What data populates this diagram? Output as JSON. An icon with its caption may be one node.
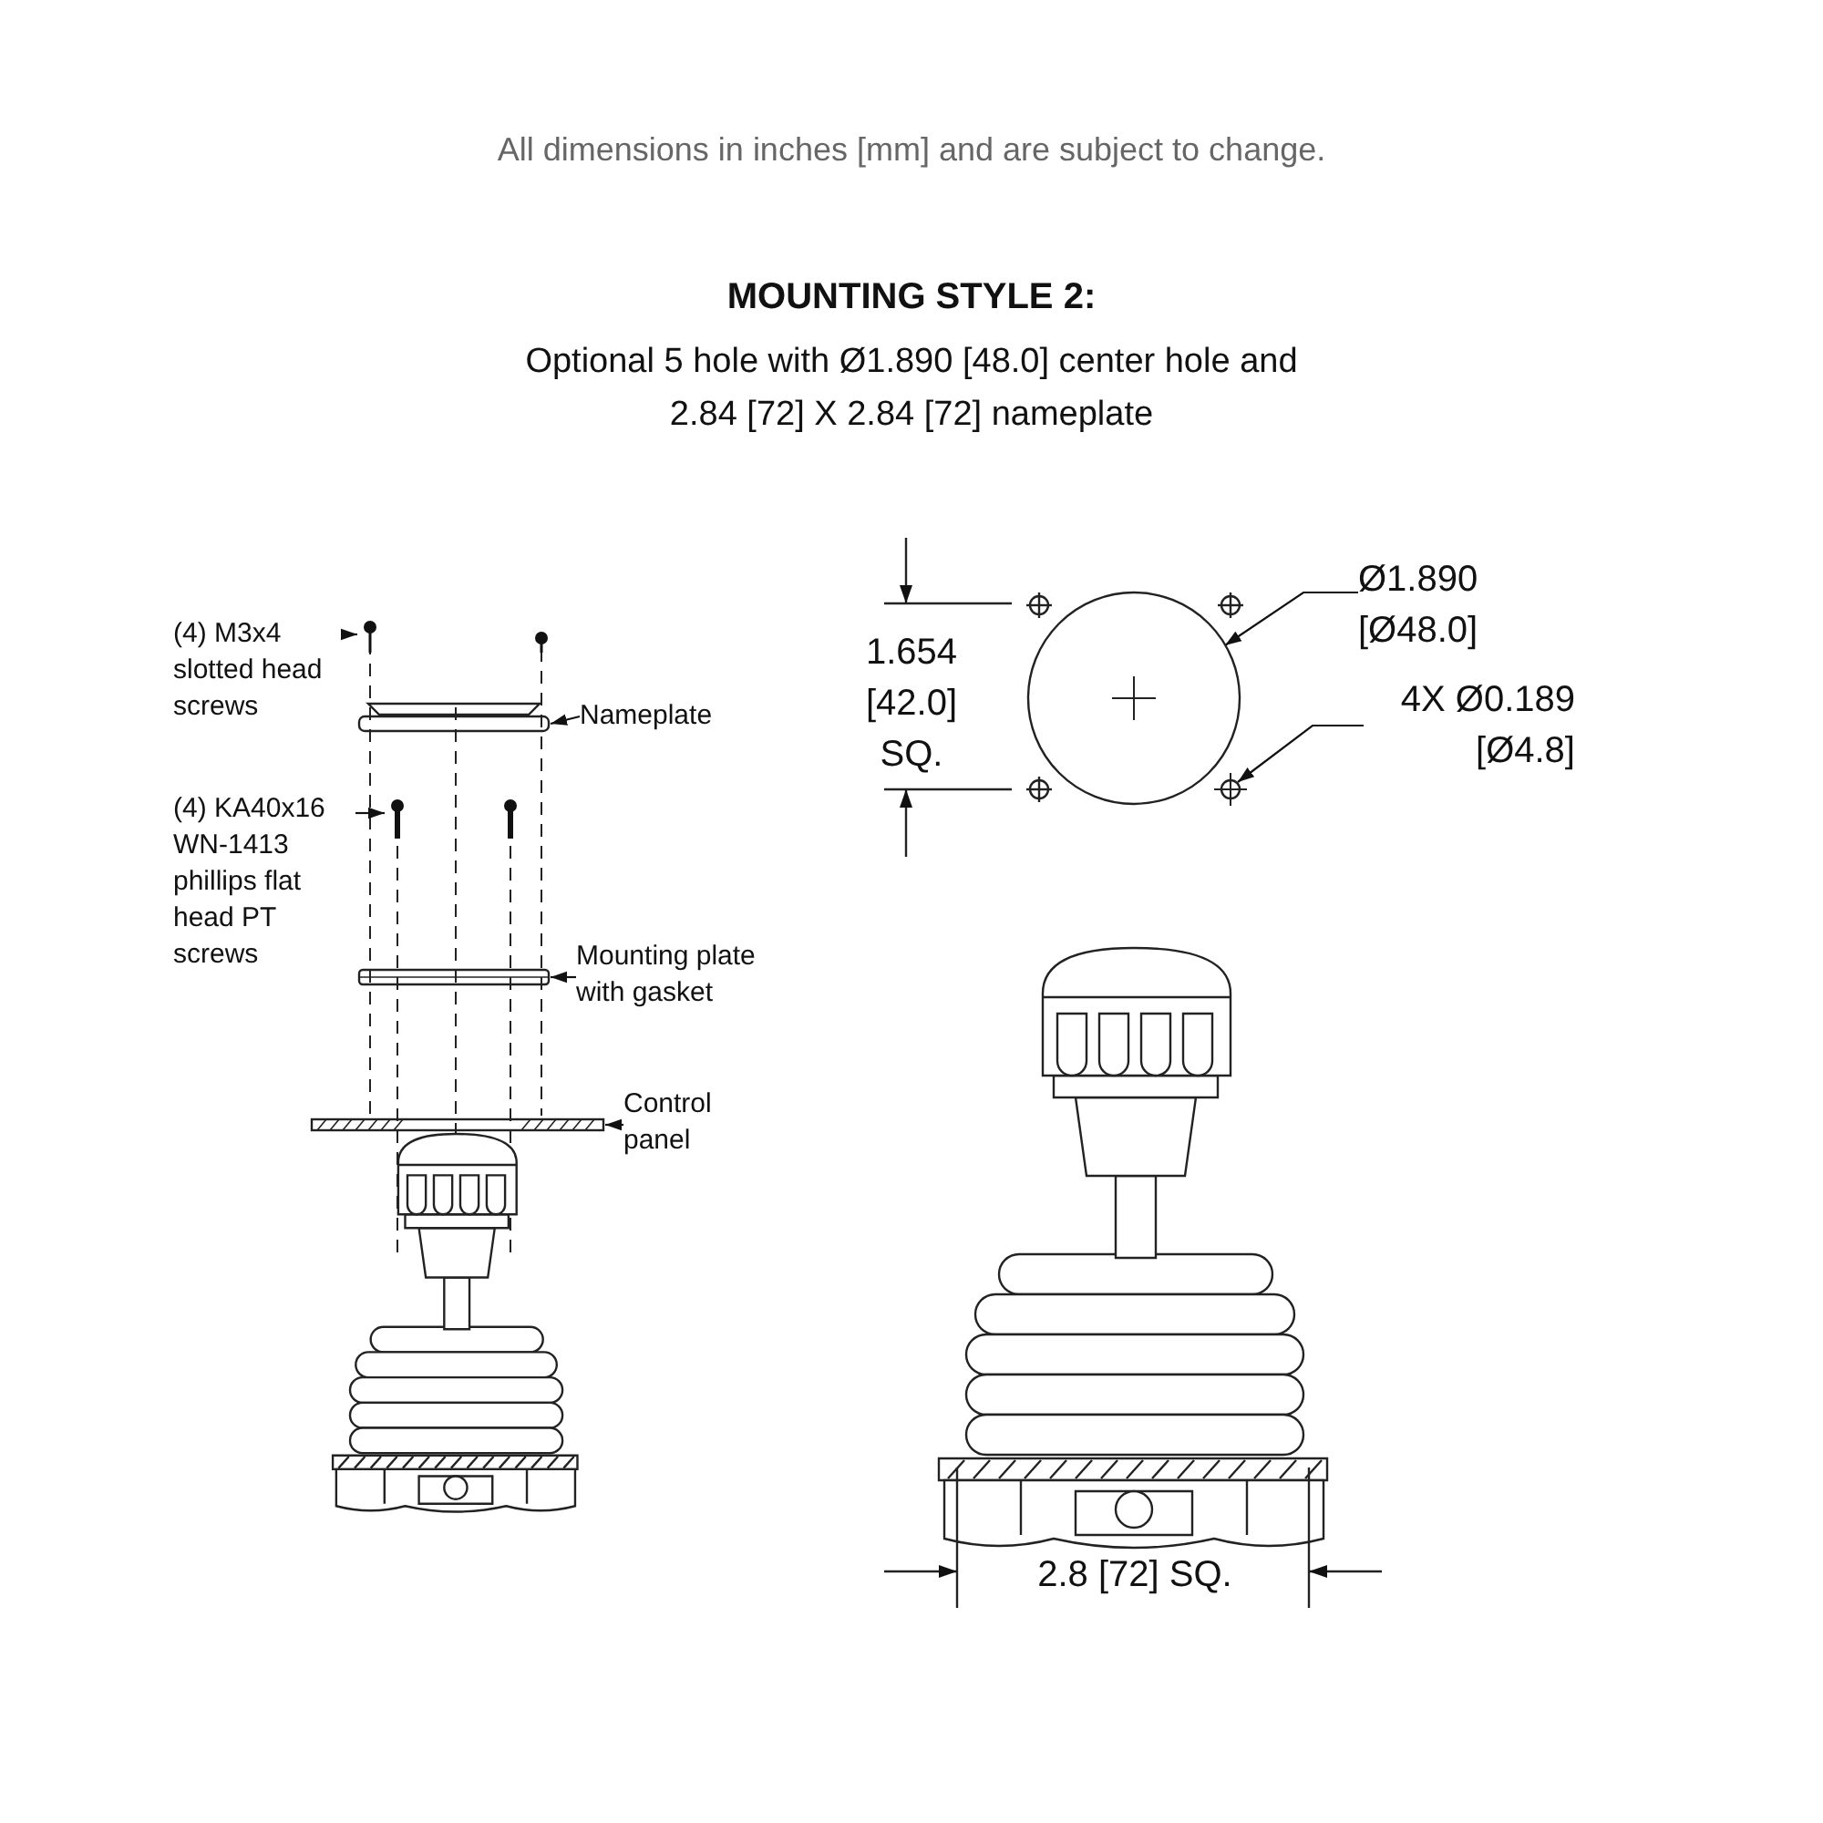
{
  "diagram": {
    "title": "MOUNTING STYLE 2:",
    "nodes": [
      {
        "text": [
          "(4) M3x4 slotted head screws"
        ]
      },
      {
        "text": [],
        "shape": "picture"
      },
      {
        "text": [
          "Nameplate"
        ]
      },
      {
        "text": [],
        "shape": "bar"
      },
      {
        "text": [
          "(4) KA40x16 WN-1413 phillips flat head PT screws"
        ]
      },
      {
        "text": [],
        "shape": "picture"
      },
      {
        "text": [
          "Mounting plate with gasket"
        ]
      },
      {
        "text": [],
        "shape": "bar"
      },
      {
        "text": [
          "Control panel"
        ]
      },
      {
        "text": [],
        "shape": "bar"
      },
      {
        "text": [
          "Ø1.890 [Ø48.0]"
        ]
      },
      {
        "text": [],
        "shape": "circle"
      },
      {
        "text": [
          "4X Ø0.189 [Ø4.8]"
        ]
      },
      {
        "text": [],
        "shape": "circle"
      }
    ],
    "edges": [
      {
        "from": 0,
        "to": 1,
        "arrow": "to"
      },
      {
        "from": 2,
        "to": 3,
        "arrow": "to"
      },
      {
        "from": 4,
        "to": 5,
        "arrow": "to"
      },
      {
        "from": 6,
        "to": 7,
        "arrow": "to"
      },
      {
        "from": 8,
        "to": 9,
        "arrow": "to"
      },
      {
        "from": 10,
        "to": 11,
        "arrow": "to"
      },
      {
        "from": 12,
        "to": 13,
        "arrow": "to"
      }
    ],
    "labels": [
      "All dimensions in inches [mm] and are subject to change.",
      "Optional 5 hole with Ø1.890 [48.0] center hole and 2.84 [72] X 2.84 [72] nameplate",
      "1.654 [42.0] SQ.",
      "2.8 [72] SQ."
    ]
  }
}
